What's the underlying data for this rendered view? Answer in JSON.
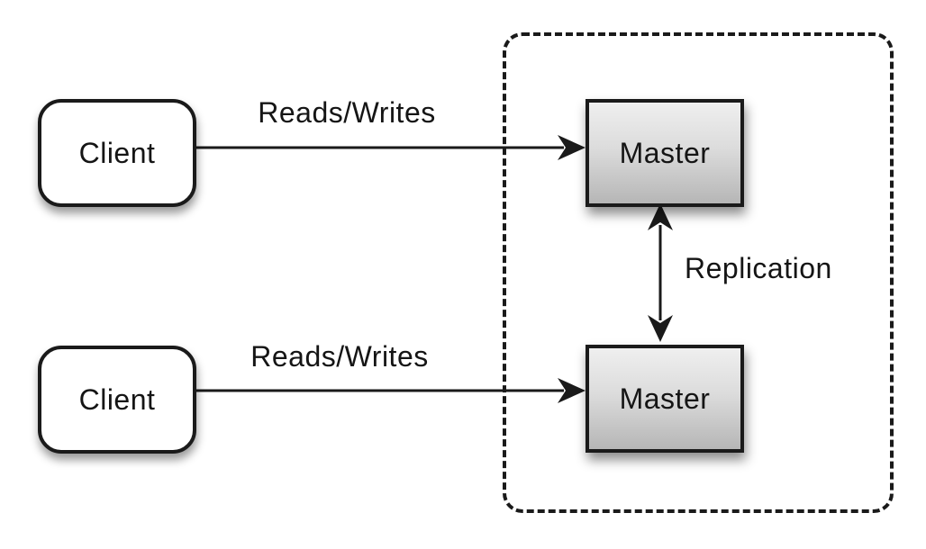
{
  "diagram": {
    "type": "architecture-diagram",
    "topic": "master-master database replication",
    "nodes": {
      "client_top": {
        "label": "Client",
        "shape": "rounded-rect",
        "fill": "#ffffff"
      },
      "client_bottom": {
        "label": "Client",
        "shape": "rounded-rect",
        "fill": "#ffffff"
      },
      "master_top": {
        "label": "Master",
        "shape": "rect",
        "fill_gradient": [
          "#efefef",
          "#b6b6b6"
        ]
      },
      "master_bottom": {
        "label": "Master",
        "shape": "rect",
        "fill_gradient": [
          "#efefef",
          "#b6b6b6"
        ]
      }
    },
    "edges": [
      {
        "from": "client_top",
        "to": "master_top",
        "label": "Reads/Writes",
        "direction": "one-way"
      },
      {
        "from": "client_bottom",
        "to": "master_bottom",
        "label": "Reads/Writes",
        "direction": "one-way"
      },
      {
        "from": "master_top",
        "to": "master_bottom",
        "label": "Replication",
        "direction": "two-way"
      }
    ],
    "containers": {
      "replication_zone": {
        "style": "dashed-rounded-rect",
        "encloses": [
          "master_top",
          "master_bottom"
        ]
      }
    },
    "colors": {
      "background": "#ffffff",
      "stroke": "#1a1a1a",
      "text": "#151515"
    }
  }
}
